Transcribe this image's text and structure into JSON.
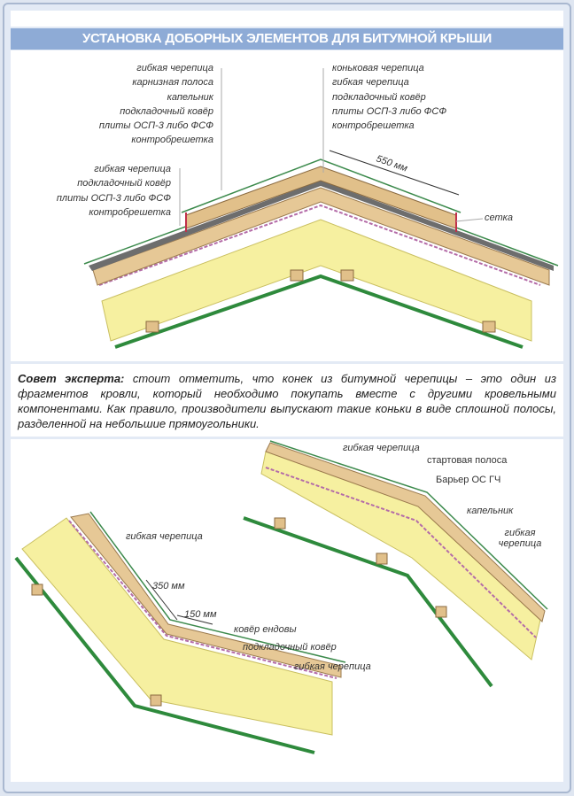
{
  "title": "УСТАНОВКА ДОБОРНЫХ ЭЛЕМЕНТОВ ДЛЯ БИТУМНОЙ КРЫШИ",
  "ridge_diagram": {
    "left_labels_upper": [
      "гибкая черепица",
      "карнизная полоса",
      "капельник",
      "подкладочный ковёр",
      "плиты ОСП-3 либо ФСФ",
      "контробрешетка"
    ],
    "left_labels_lower": [
      "гибкая черепица",
      "подкладочный ковёр",
      "плиты ОСП-3 либо ФСФ",
      "контробрешетка"
    ],
    "right_labels": [
      "коньковая черепица",
      "гибкая черепица",
      "подкладочный ковёр",
      "плиты ОСП-3 либо ФСФ",
      "контробрешетка"
    ],
    "dimension": "550 мм",
    "mesh_label": "сетка"
  },
  "tip": {
    "heading": "Совет эксперта:",
    "text": " стоит отметить, что конек из битумной черепицы – это один из фрагментов кровли, который необходимо покупать вместе с другими кровельными компонентами. Как правило, производители выпускают такие коньки в виде сплошной полосы, разделенной на небольшие прямоугольники."
  },
  "valley_diagram": {
    "labels": [
      "гибкая черепица",
      "ковёр ендовы",
      "подкладочный ковёр",
      "гибкая черепица"
    ],
    "dim1": "350 мм",
    "dim2": "150 мм"
  },
  "break_diagram": {
    "labels": [
      "гибкая черепица",
      "стартовая полоса",
      "Барьер ОС ГЧ",
      "капельник",
      "гибкая черепица"
    ]
  }
}
